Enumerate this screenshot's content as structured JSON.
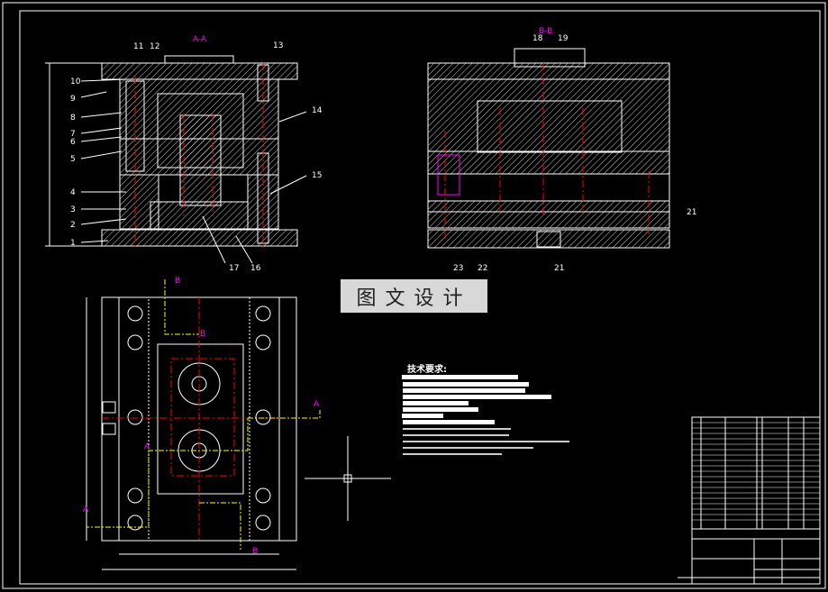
{
  "drawing": {
    "section_aa_title": "A-A",
    "section_bb_title": "B-B",
    "section_markers": [
      "A",
      "B"
    ],
    "part_labels_left": [
      "11",
      "12",
      "13",
      "10",
      "9",
      "8",
      "7",
      "6",
      "5",
      "4",
      "3",
      "2",
      "1",
      "14",
      "15",
      "17",
      "16"
    ],
    "part_labels_right": [
      "18",
      "19",
      "21",
      "23",
      "22",
      "21"
    ],
    "tech_requirements_title": "技术要求:",
    "watermark": "图文设计",
    "colors": {
      "outline": "#ffffff",
      "centerline": "#ff0000",
      "section_line": "#ffff00",
      "section_label": "#ff00ff",
      "background": "#000000"
    }
  }
}
